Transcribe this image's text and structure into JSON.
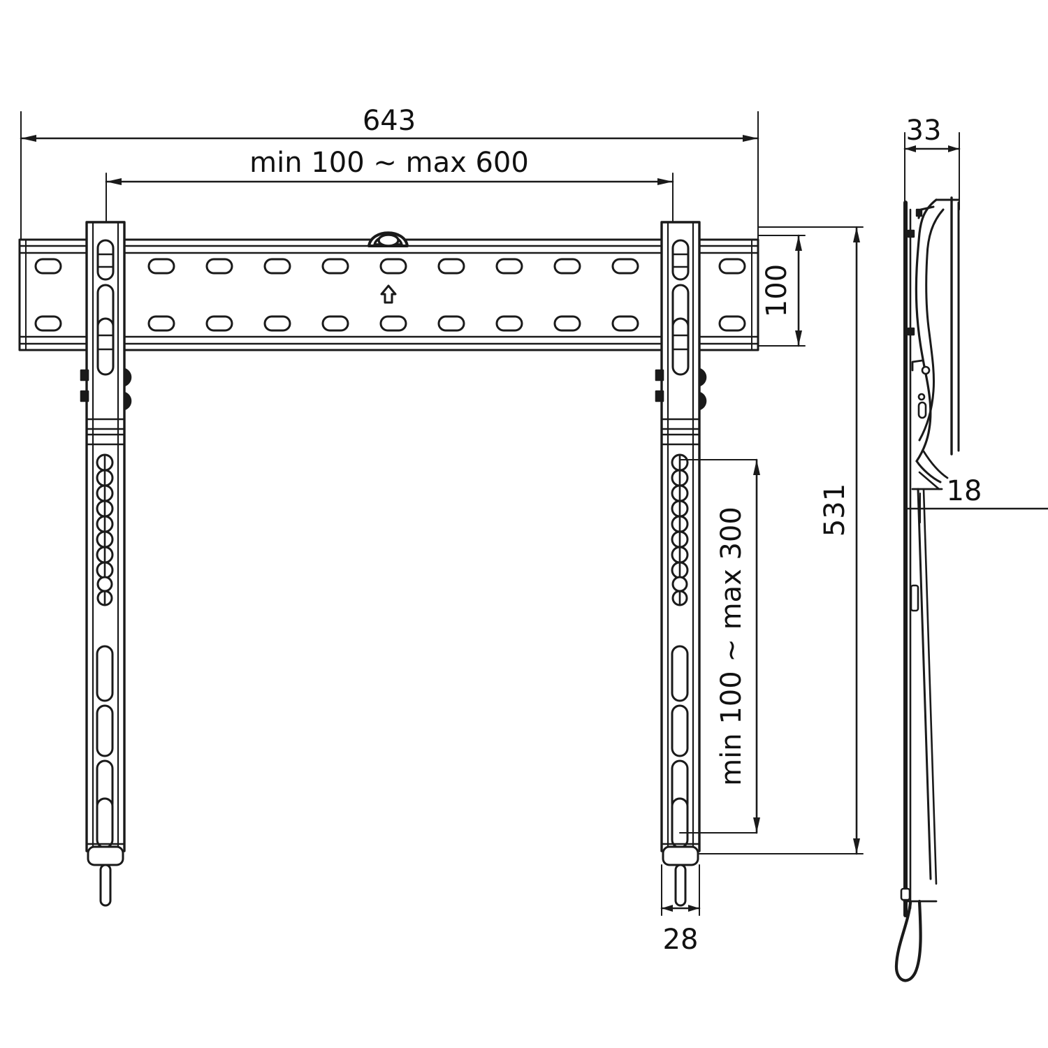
{
  "drawing": {
    "title": "TV wall mount bracket technical drawing",
    "units": "mm",
    "line_color": "#1a1a1a",
    "fill_color": "#ffffff",
    "background": "#ffffff"
  },
  "dimensions": {
    "overall_width": "643",
    "stud_spacing": "min 100 ~ max 600",
    "rail_height": "100",
    "overall_height": "531",
    "vesa_vertical": "min 100 ~ max 300",
    "arm_width": "28",
    "side_depth": "33",
    "side_thickness": "18"
  },
  "views": {
    "front": {
      "name": "front-view",
      "label": "643"
    },
    "side": {
      "name": "side-view",
      "label": "33"
    }
  },
  "features": {
    "center_hook": "dome-hook",
    "up_arrow": "up-arrow-marker",
    "rail_slot_count_top": 11,
    "rail_slot_count_bottom": 11,
    "arm_round_hole_count": 10,
    "arm_long_slot_count": 4
  }
}
